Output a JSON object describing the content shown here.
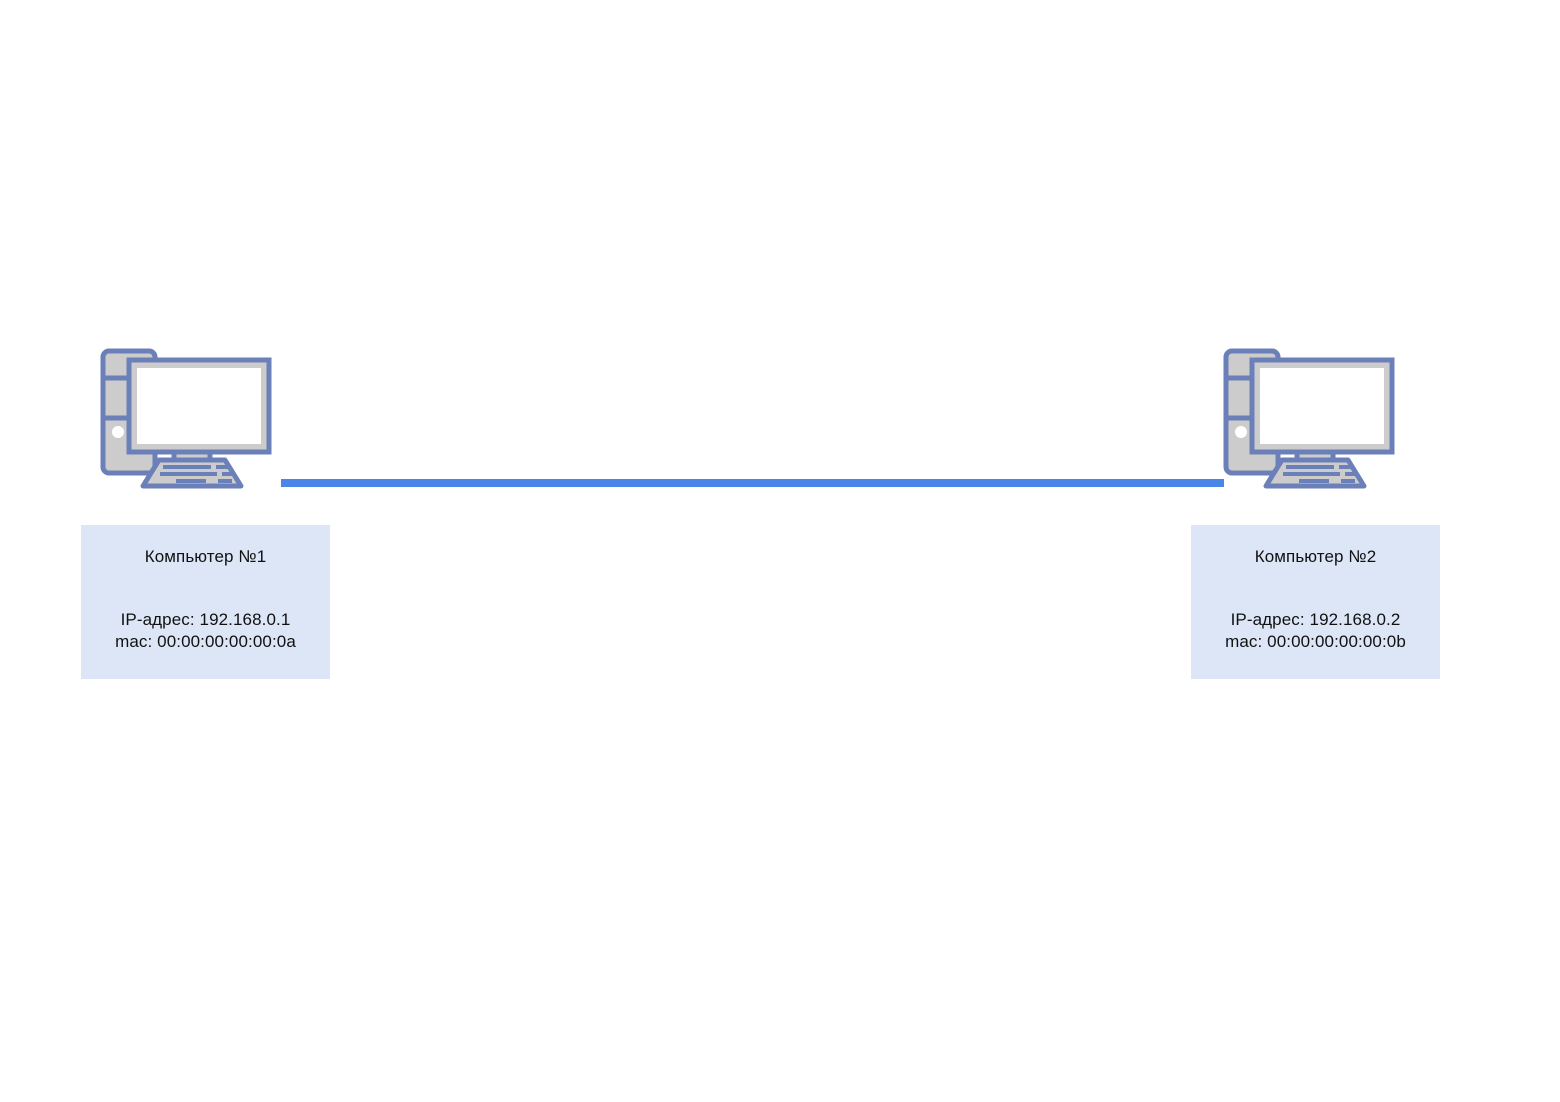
{
  "diagram": {
    "background_color": "#ffffff",
    "link": {
      "name": "ethernet-link",
      "color": "#4a86e8",
      "from": "Компьютер №1",
      "to": "Компьютер №2"
    },
    "nodes": [
      {
        "id": "computer-1",
        "icon": "desktop-computer-icon",
        "title": "Компьютер №1",
        "ip_line": "IP-адрес: 192.168.0.1",
        "mac_line": "mac: 00:00:00:00:00:0a",
        "card_color": "#dce6f7",
        "icon_outline_color": "#6b7fb8",
        "icon_fill_color": "#cccccc"
      },
      {
        "id": "computer-2",
        "icon": "desktop-computer-icon",
        "title": "Компьютер №2",
        "ip_line": "IP-адрес: 192.168.0.2",
        "mac_line": "mac: 00:00:00:00:00:0b",
        "card_color": "#dce6f7",
        "icon_outline_color": "#6b7fb8",
        "icon_fill_color": "#cccccc"
      }
    ]
  }
}
